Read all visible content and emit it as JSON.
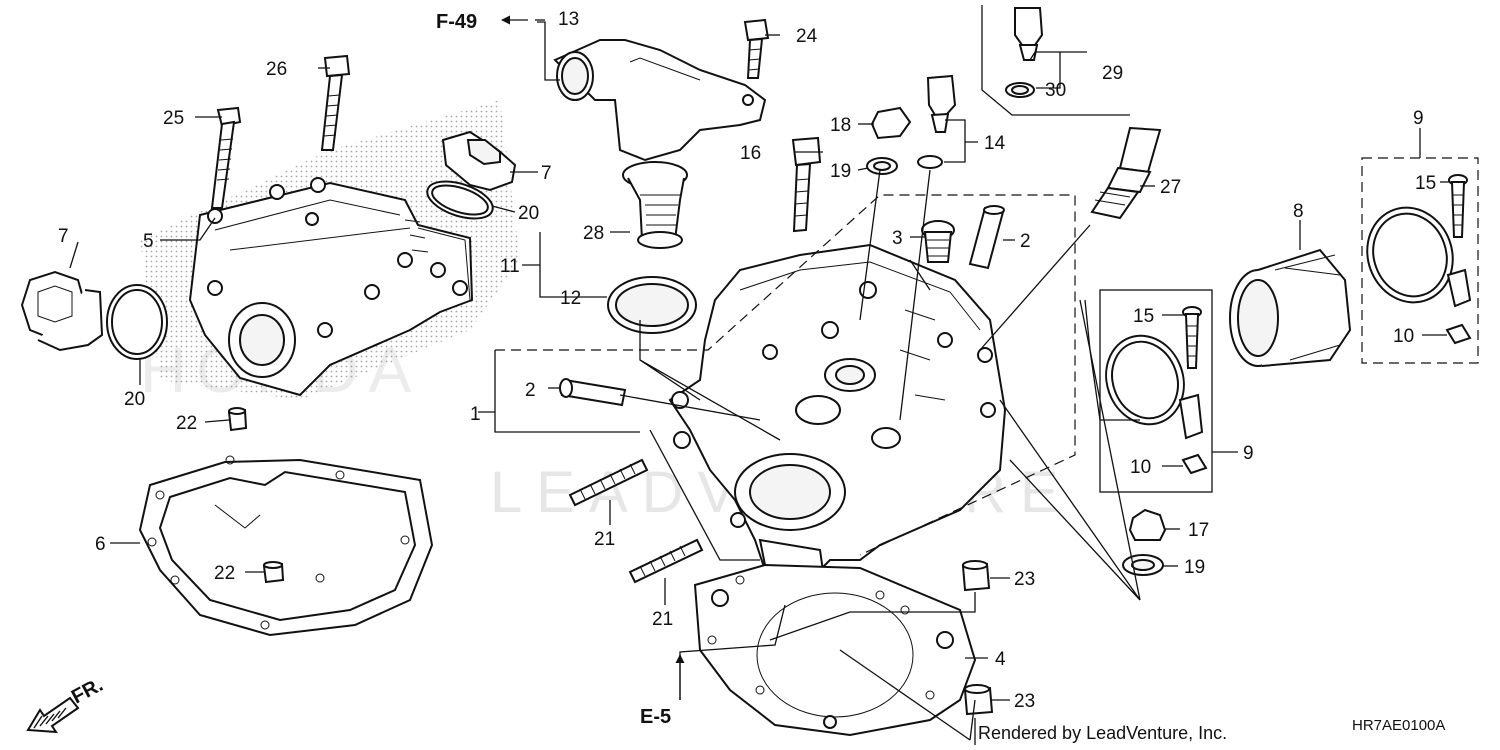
{
  "watermarks": {
    "brand": "HONDA",
    "site": "LEADVENTURE"
  },
  "references": {
    "f49": "F-49",
    "e5": "E-5",
    "front": "FR."
  },
  "callouts": {
    "c1": "1",
    "c2a": "2",
    "c2b": "2",
    "c3": "3",
    "c4": "4",
    "c5": "5",
    "c6": "6",
    "c7a": "7",
    "c7b": "7",
    "c8": "8",
    "c9a": "9",
    "c9b": "9",
    "c10a": "10",
    "c10b": "10",
    "c11": "11",
    "c12": "12",
    "c13": "13",
    "c14": "14",
    "c15a": "15",
    "c15b": "15",
    "c16": "16",
    "c17": "17",
    "c18": "18",
    "c19a": "19",
    "c19b": "19",
    "c20a": "20",
    "c20b": "20",
    "c21a": "21",
    "c21b": "21",
    "c22a": "22",
    "c22b": "22",
    "c23a": "23",
    "c23b": "23",
    "c24": "24",
    "c25": "25",
    "c26": "26",
    "c27": "27",
    "c28": "28",
    "c29": "29",
    "c30": "30"
  },
  "footer": {
    "credit": "Rendered by LeadVenture, Inc.",
    "diagram_code": "HR7AE0100A"
  }
}
